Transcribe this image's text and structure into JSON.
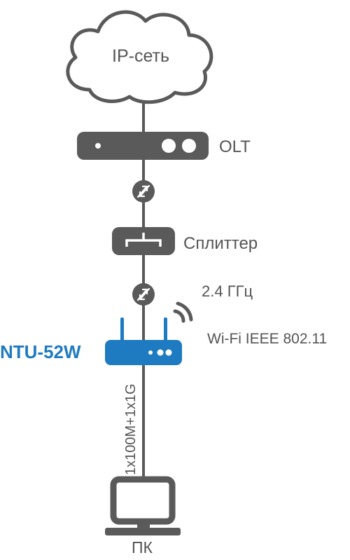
{
  "nodes": {
    "cloud": {
      "label": "IP-сеть",
      "icon": "cloud-icon"
    },
    "olt": {
      "label": "OLT",
      "icon": "olt-device-icon"
    },
    "splitter": {
      "label": "Сплиттер",
      "icon": "splitter-icon"
    },
    "ntu": {
      "label": "NTU-52W",
      "icon": "wifi-router-icon"
    },
    "pc": {
      "label": "ПК",
      "icon": "monitor-icon"
    }
  },
  "wifi": {
    "band": "2.4 ГГц",
    "standard": "Wi-Fi IEEE 802.11",
    "icon": "wifi-signal-icon"
  },
  "links": {
    "ntu_pc": "1x100M+1x1G"
  },
  "colors": {
    "device_gray": "#5a5a5a",
    "line_gray": "#5a5a5a",
    "accent_blue": "#1f7bc1",
    "text_gray": "#555555"
  }
}
